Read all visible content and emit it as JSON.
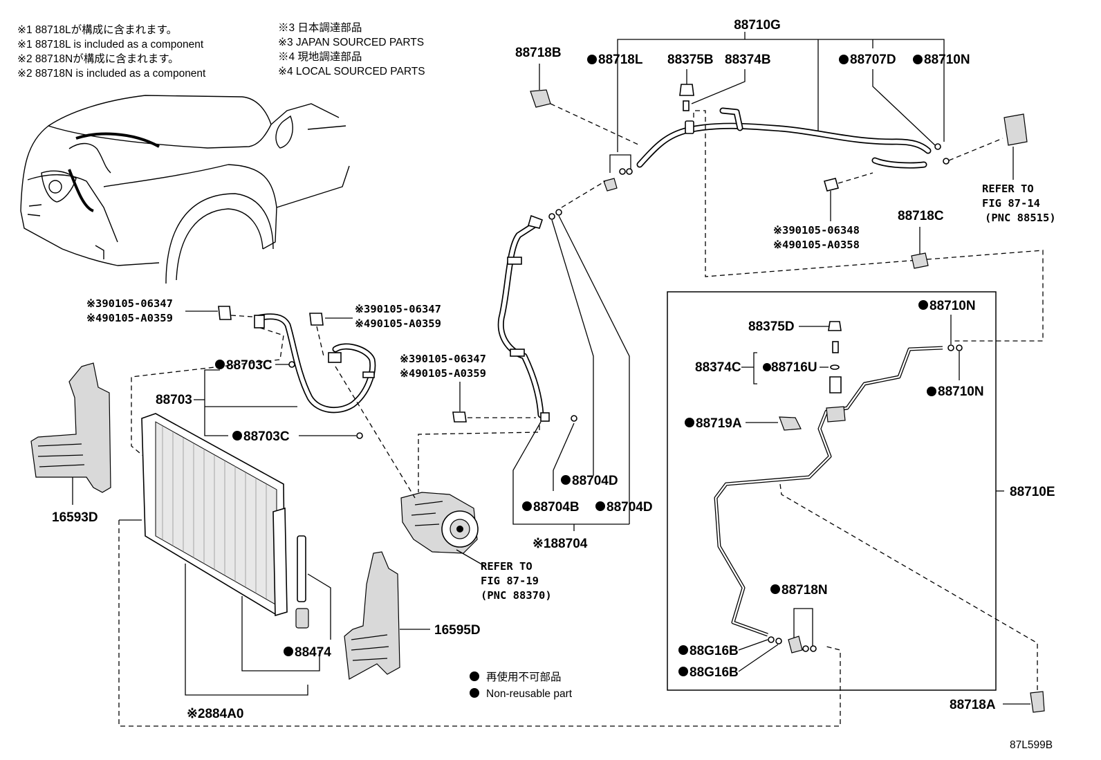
{
  "notes_left": [
    "※1 88718Lが構成に含まれます。",
    "※1 88718L is included as a component",
    "※2 88718Nが構成に含まれます。",
    "※2 88718N is included as a component"
  ],
  "notes_right": [
    "※3 日本調達部品",
    "※3 JAPAN SOURCED PARTS",
    "※4 現地調達部品",
    "※4 LOCAL SOURCED PARTS"
  ],
  "legend": {
    "jp": "再使用不可部品",
    "en": "Non-reusable part"
  },
  "part_labels": {
    "p88710G": "88710G",
    "p88718B": "88718B",
    "p88718L": "88718L",
    "p88375B": "88375B",
    "p88374B": "88374B",
    "p88707D": "88707D",
    "p88710N_top": "88710N",
    "refer_87_14": [
      "REFER TO",
      "FIG 87-14",
      "(PNC 88515)"
    ],
    "bolt_right_1": "※390105-06348",
    "bolt_right_2": "※490105-A0358",
    "p88718C": "88718C",
    "p88710N_a": "88710N",
    "p88375D": "88375D",
    "p88374C": "88374C",
    "p88716U": "88716U",
    "p88710N_b": "88710N",
    "p88719A": "88719A",
    "p88710E": "88710E",
    "p88718N": "88718N",
    "p88G16B_a": "88G16B",
    "p88G16B_b": "88G16B",
    "p88718A": "88718A",
    "fig_code": "87L599B",
    "bolt_left_1": "※390105-06347",
    "bolt_left_2": "※490105-A0359",
    "bolt_mid_1": "※390105-06347",
    "bolt_mid_2": "※490105-A0359",
    "bolt_comp_1": "※390105-06347",
    "bolt_comp_2": "※490105-A0359",
    "p88703C_a": "88703C",
    "p88703": "88703",
    "p88703C_b": "88703C",
    "p16593D": "16593D",
    "p88704D_a": "88704D",
    "p88704B": "88704B",
    "p88704D_b": "88704D",
    "p88704": "※188704",
    "refer_87_19": [
      "REFER TO",
      "FIG 87-19",
      "(PNC 88370)"
    ],
    "p16595D": "16595D",
    "p88474": "88474",
    "p884A0": "※2884A0"
  },
  "non_reusable_marker": "filled-circle"
}
